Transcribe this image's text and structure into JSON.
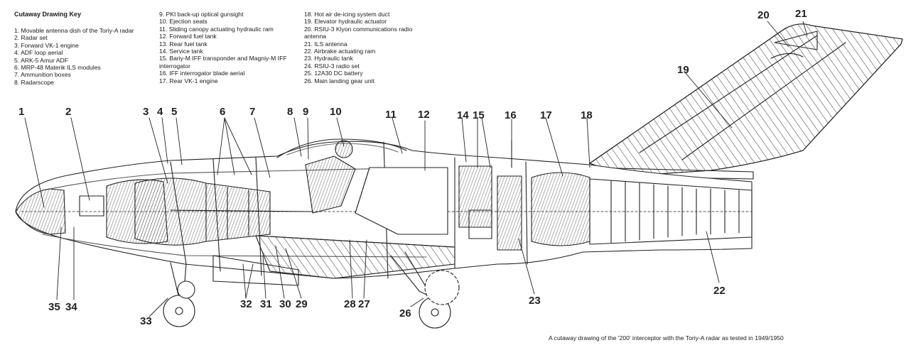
{
  "key": {
    "title": "Cutaway Drawing Key",
    "col1": [
      "1. Movable antenna dish of the Toriy-A radar",
      "2. Radar set",
      "3. Forward VK-1 engine",
      "4. ADF loop aerial",
      "5. ARK-5 Amur ADF",
      "6. MRP-48 Materik ILS modules",
      "7. Ammunition boxes",
      "8. Radarscope"
    ],
    "col2": [
      "9. PKI back-up optical gunsight",
      "10. Ejection seats",
      "11. Sliding canopy actuating hydraulic ram",
      "12. Forward fuel tank",
      "13. Rear fuel tank",
      "14. Service tank",
      "15. Bariy-M IFF transponder and Magniy-M IFF",
      "interrogator",
      "16. IFF interrogator blade aerial",
      "17. Rear VK-1 engine"
    ],
    "col3": [
      "18. Hot air de-icing system duct",
      "19. Elevator hydraulic actuator",
      "20. RSIU-3 Klyon communications radio",
      "antenna",
      "21. ILS antenna",
      "22. Airbrake actuating ram",
      "23. Hydraulic tank",
      "24. RSIU-3 radio set",
      "25. 12A30 DC battery",
      "26. Main landing gear unit"
    ]
  },
  "callouts": {
    "n1": "1",
    "n2": "2",
    "n3": "3",
    "n4": "4",
    "n5": "5",
    "n6": "6",
    "n7": "7",
    "n8": "8",
    "n9": "9",
    "n10": "10",
    "n11": "11",
    "n12": "12",
    "n14": "14",
    "n15": "15",
    "n16": "16",
    "n17": "17",
    "n18": "18",
    "n19": "19",
    "n20": "20",
    "n21": "21",
    "n22": "22",
    "n23": "23",
    "n26": "26",
    "n27": "27",
    "n28": "28",
    "n29": "29",
    "n30": "30",
    "n31": "31",
    "n32": "32",
    "n33": "33",
    "n34": "34",
    "n35": "35"
  },
  "caption": "A cutaway drawing of the '200' interceptor with the Toriy-A radar as tested in 1949/1950"
}
